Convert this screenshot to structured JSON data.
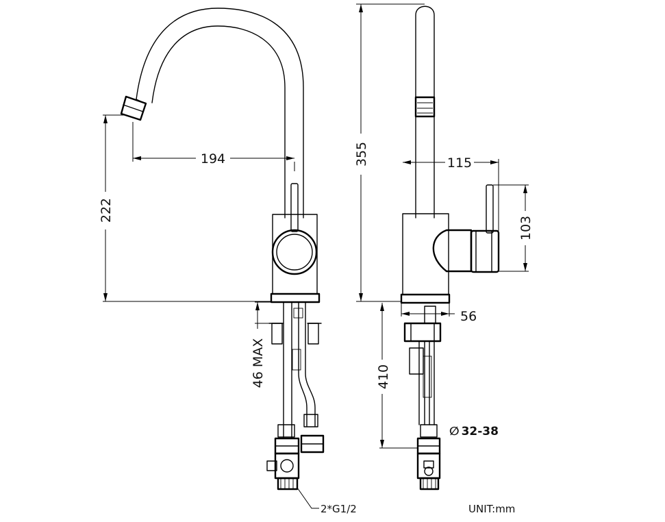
{
  "dimensions": {
    "spout_reach": "194",
    "spout_height": "222",
    "total_height": "355",
    "handle_offset": "115",
    "handle_height": "103",
    "base_diameter": "56",
    "hose_length": "410",
    "deck_thickness": "46 MAX",
    "hole_diameter": "32-38"
  },
  "labels": {
    "connection": "2*G1/2",
    "unit": "UNIT:mm",
    "diameter_symbol": "∅"
  }
}
